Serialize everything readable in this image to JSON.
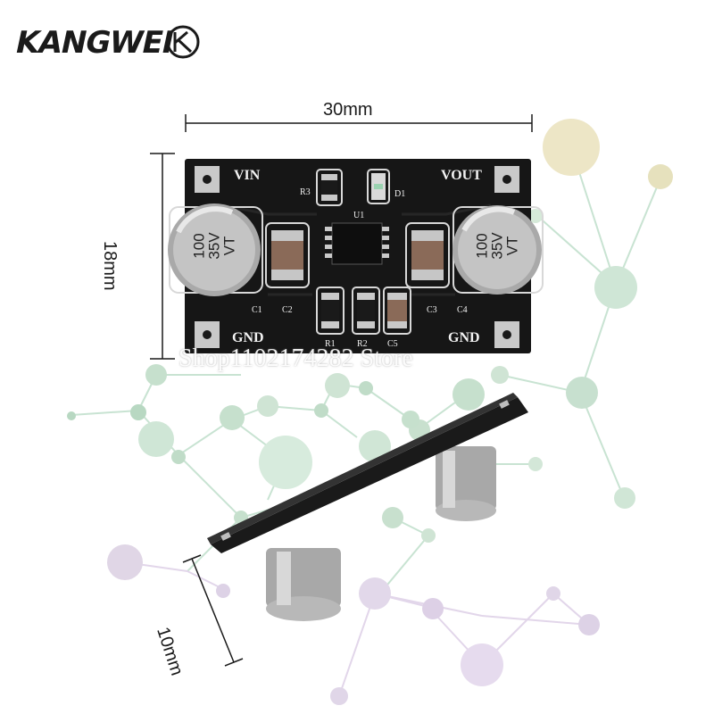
{
  "logo": {
    "text": "KANGWEI",
    "badge": "K"
  },
  "watermark": "Shop1102174282 Store",
  "dimensions": {
    "width": "30mm",
    "height": "18mm",
    "depth": "10mm"
  },
  "board": {
    "vin": "VIN",
    "vout": "VOUT",
    "gnd_left": "GND",
    "gnd_right": "GND",
    "labels": {
      "r3": "R3",
      "d1": "D1",
      "u1": "U1",
      "c1": "C1",
      "c2": "C2",
      "c3": "C3",
      "c4": "C4",
      "r1": "R1",
      "r2": "R2",
      "c5": "C5"
    },
    "cap_left": {
      "line1": "100",
      "line2": "35V",
      "line3": "VT"
    },
    "cap_right": {
      "line1": "100",
      "line2": "35V",
      "line3": "VT"
    }
  },
  "colors": {
    "pcb": "#161616",
    "pad": "#c9c9c9",
    "cap_body": "#b9b9b9",
    "node_green": "#a9d4b8",
    "node_purple": "#d8c8e0",
    "node_yellow": "#e9e0b8"
  }
}
